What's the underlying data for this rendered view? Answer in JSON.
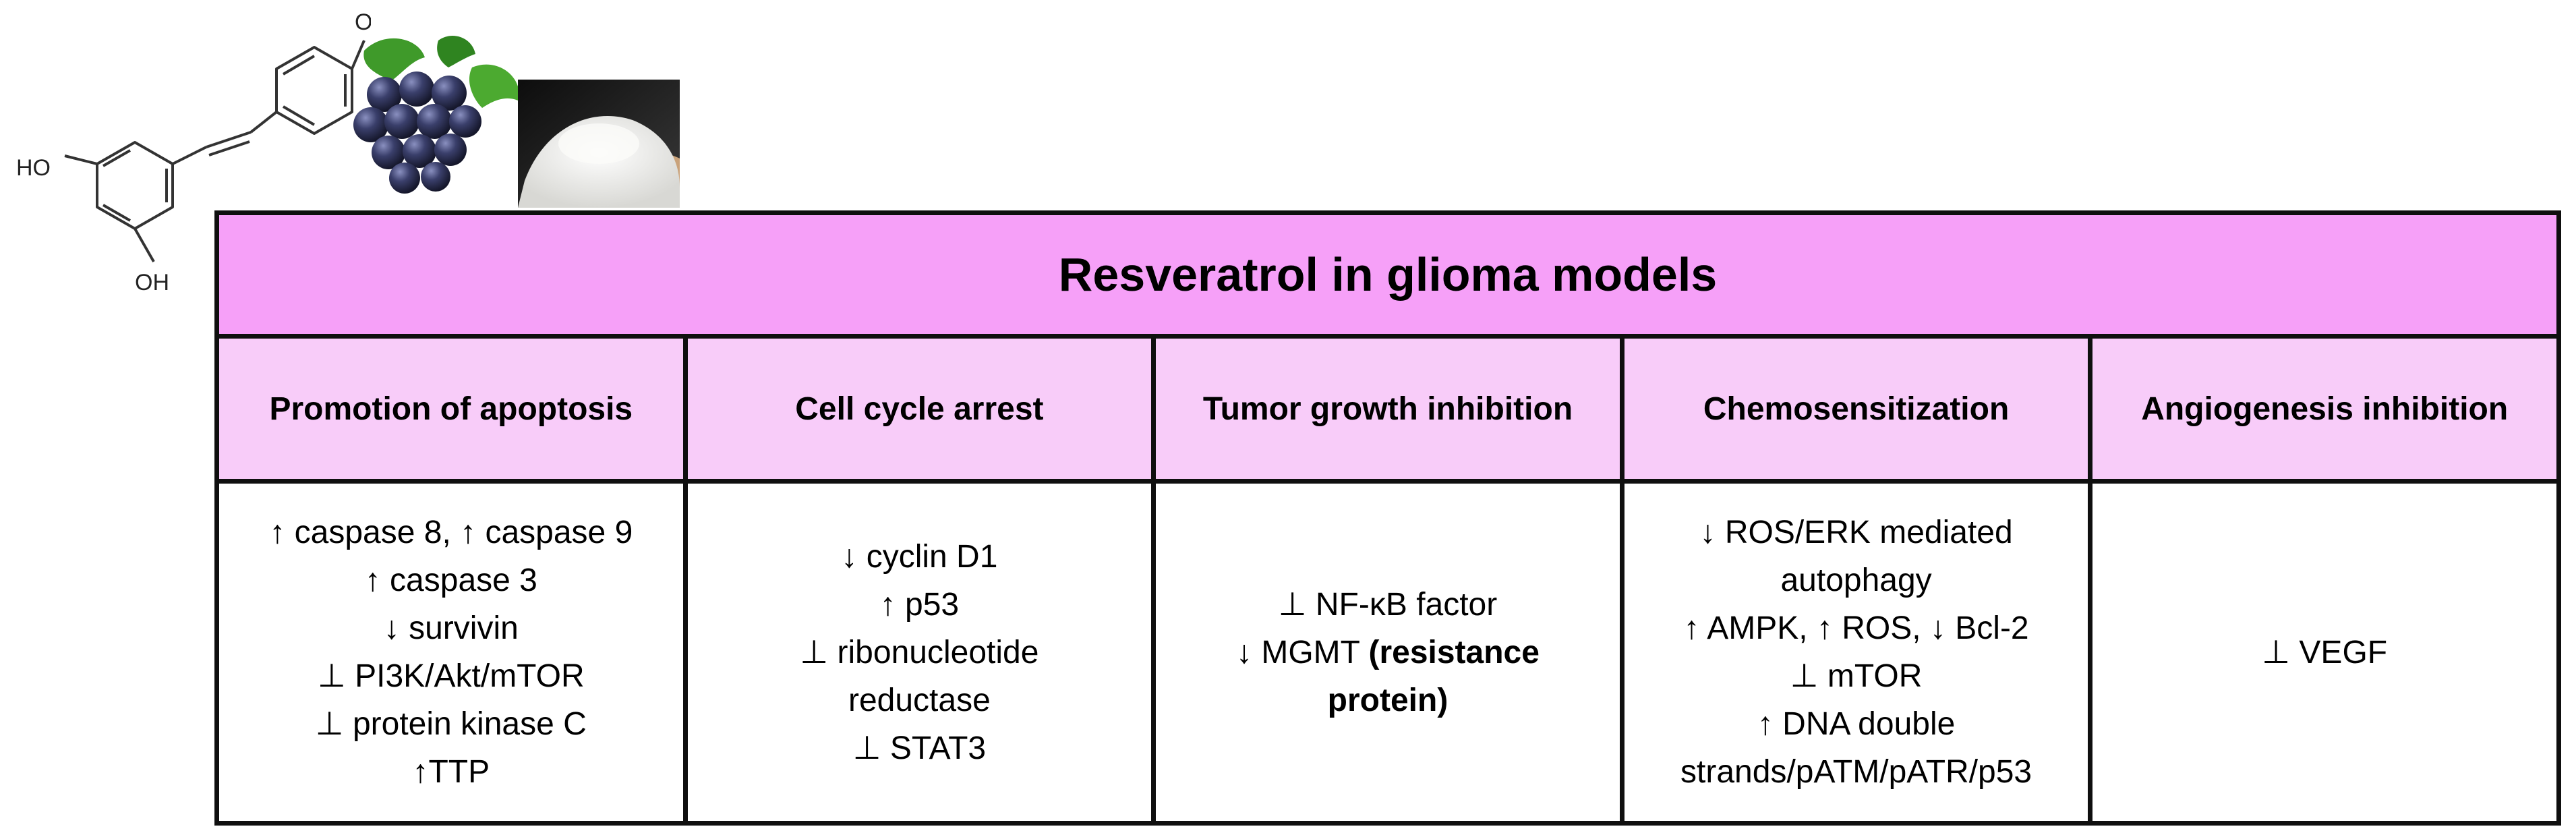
{
  "title": "Resveratrol in glioma models",
  "molecule_labels": {
    "oh_top": "OH",
    "oh_left": "HO",
    "oh_bottom": "OH"
  },
  "columns": [
    {
      "header": "Promotion of apoptosis",
      "lines": [
        {
          "text": "↑ caspase 8, ↑ caspase 9"
        },
        {
          "text": "↑ caspase 3"
        },
        {
          "text": "↓ survivin"
        },
        {
          "text": "⊥ PI3K/Akt/mTOR"
        },
        {
          "text": "⊥ protein kinase C"
        },
        {
          "text": "↑TTP"
        }
      ]
    },
    {
      "header": "Cell cycle arrest",
      "lines": [
        {
          "text": "↓ cyclin D1"
        },
        {
          "text": "↑ p53"
        },
        {
          "text": "⊥ ribonucleotide"
        },
        {
          "text": "reductase"
        },
        {
          "text": "⊥ STAT3"
        }
      ]
    },
    {
      "header": "Tumor growth inhibition",
      "lines": [
        {
          "text": "⊥ NF-κB factor"
        },
        {
          "text": "↓ MGMT ",
          "bold_text": "(resistance"
        },
        {
          "text": "",
          "bold_text": "protein)"
        }
      ]
    },
    {
      "header": "Chemosensitization",
      "lines": [
        {
          "text": "↓ ROS/ERK mediated"
        },
        {
          "text": "autophagy"
        },
        {
          "text": "↑ AMPK, ↑ ROS, ↓ Bcl-2"
        },
        {
          "text": "⊥ mTOR"
        },
        {
          "text": "↑ DNA double"
        },
        {
          "text": "strands/pATM/pATR/p53"
        }
      ]
    },
    {
      "header": "Angiogenesis inhibition",
      "lines": [
        {
          "text": "⊥ VEGF"
        }
      ]
    }
  ],
  "colors": {
    "title_bg": "#f6a0f8",
    "header_bg": "#f8ccf9",
    "border": "#0f0f0f",
    "grape": "#3a3f6b",
    "leaf": "#3f9a2a",
    "powder": "#f4f4f2"
  },
  "icons": [
    "resveratrol-molecule-icon",
    "grapes-icon",
    "powder-icon"
  ]
}
